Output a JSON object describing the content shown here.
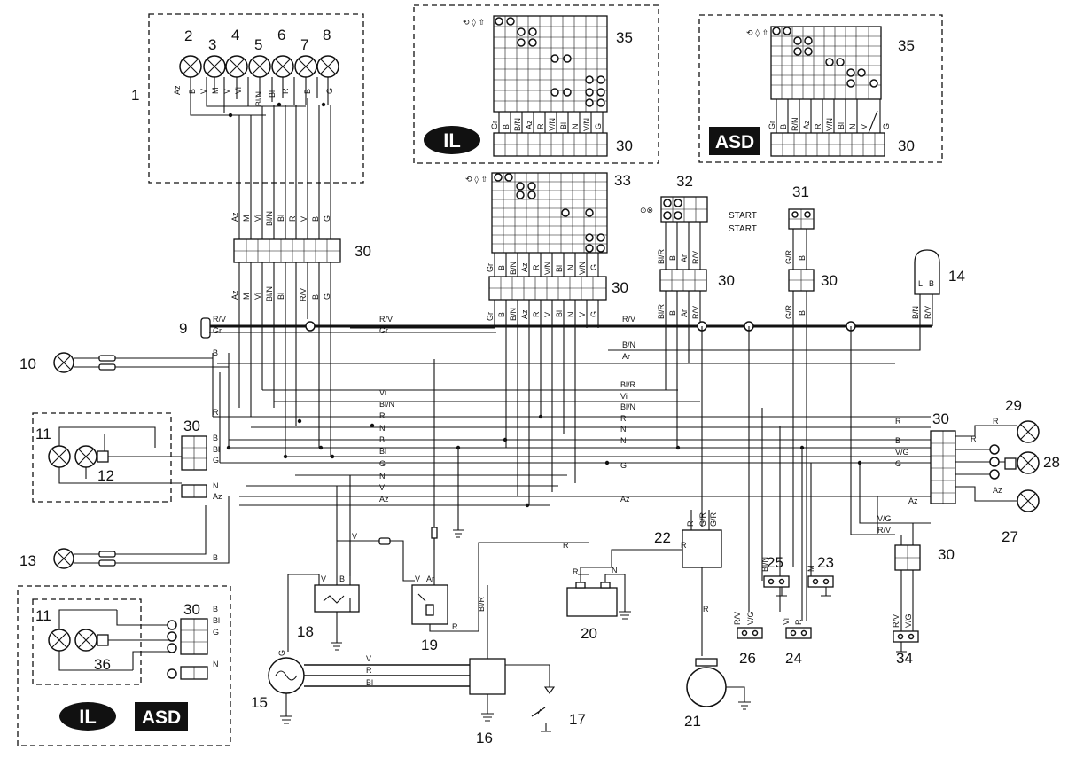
{
  "components": {
    "n1": "1",
    "n2": "2",
    "n3": "3",
    "n4": "4",
    "n5": "5",
    "n6": "6",
    "n7": "7",
    "n8": "8",
    "n9": "9",
    "n10": "10",
    "n11": "11",
    "n11b": "11",
    "n12": "12",
    "n13": "13",
    "n14": "14",
    "n15": "15",
    "n16": "16",
    "n17": "17",
    "n18": "18",
    "n19": "19",
    "n20": "20",
    "n21": "21",
    "n22": "22",
    "n23": "23",
    "n24": "24",
    "n25": "25",
    "n26": "26",
    "n27": "27",
    "n28": "28",
    "n29": "29",
    "n31": "31",
    "n32": "32",
    "n33": "33",
    "n34": "34",
    "n35a": "35",
    "n35b": "35",
    "n36": "36"
  },
  "connector_label": "30",
  "badges": {
    "il": "IL",
    "asd": "ASD"
  },
  "start": {
    "line1": "START",
    "line2": "START"
  },
  "wire_codes": {
    "dash_top": [
      "Az",
      "B",
      "V",
      "M",
      "V",
      "Vi",
      "Bl/N",
      "Bl",
      "R",
      "B",
      "G"
    ],
    "dash_down": [
      "Az",
      "M",
      "Vi",
      "Bl/N",
      "Bl",
      "R",
      "V",
      "B",
      "G"
    ],
    "dash_low": [
      "Az",
      "M",
      "Vi",
      "Bl/N",
      "Bl",
      "R/V",
      "B",
      "G"
    ],
    "sw33": [
      "Gr",
      "B",
      "B/N",
      "Az",
      "R",
      "V/N",
      "Bl",
      "N",
      "V/N",
      "G"
    ],
    "sw33b": [
      "Gr",
      "B",
      "B/N",
      "Az",
      "R",
      "V",
      "Bl",
      "N",
      "V",
      "G"
    ],
    "sw35": [
      "Gr",
      "B",
      "B/N",
      "Az",
      "R",
      "V/N",
      "Bl",
      "N",
      "V/N",
      "G"
    ],
    "sw35asd": [
      "Gr",
      "B",
      "R/N",
      "Az",
      "R",
      "V/N",
      "Bl",
      "N",
      "V",
      "G"
    ],
    "c32": [
      "Bl/R",
      "B",
      "Ar",
      "R/V"
    ],
    "c31": [
      "G/R",
      "B"
    ],
    "c32b": [
      "Bl/R",
      "B",
      "Ar",
      "R/V"
    ],
    "c31b": [
      "G/R",
      "B"
    ],
    "c14": [
      "B/N",
      "R/V"
    ],
    "bus": [
      "R/V",
      "Gr",
      "R/V",
      "Gr",
      "R/V",
      "B/N",
      "Ar",
      "Bl/R",
      "Vi",
      "Bl/N",
      "R",
      "N",
      "N",
      "G",
      "Vi",
      "Bl/N",
      "R",
      "N",
      "B",
      "Bl",
      "G",
      "N",
      "V",
      "Az",
      "Az",
      "R"
    ],
    "left": [
      "B",
      "R",
      "B",
      "Bl",
      "G",
      "N",
      "Az",
      "B"
    ],
    "right": [
      "R",
      "B",
      "V/G",
      "G",
      "Az",
      "V/G",
      "R/V",
      "R",
      "Az"
    ],
    "lower": [
      "V",
      "G",
      "V",
      "B",
      "Ar",
      "V",
      "R",
      "R",
      "R",
      "N",
      "Bl/R",
      "R",
      "R",
      "V",
      "R",
      "Bl",
      "R",
      "R/V",
      "V/G",
      "Bl/N",
      "M",
      "Vi",
      "R",
      "R/V",
      "V/G",
      "L",
      "B",
      "R/V",
      "G/R",
      "G/R"
    ]
  }
}
